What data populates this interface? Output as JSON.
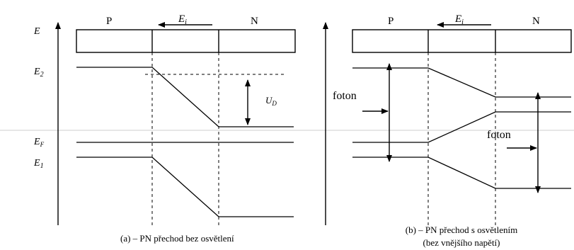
{
  "panel_a": {
    "region_p": "P",
    "region_n": "N",
    "field_label": "E",
    "field_sub": "i",
    "axis_label": "E",
    "level_e2": "E",
    "level_e2_sub": "2",
    "level_ef": "E",
    "level_ef_sub": "F",
    "level_e1": "E",
    "level_e1_sub": "1",
    "voltage_label": "U",
    "voltage_sub": "D",
    "caption": "(a) – PN přechod bez osvětlení"
  },
  "panel_b": {
    "region_p": "P",
    "region_n": "N",
    "field_label": "E",
    "field_sub": "i",
    "photon_left": "foton",
    "photon_right": "foton",
    "caption_line1": "(b) – PN přechod s osvětlením",
    "caption_line2": "(bez vnějšího napětí)"
  }
}
